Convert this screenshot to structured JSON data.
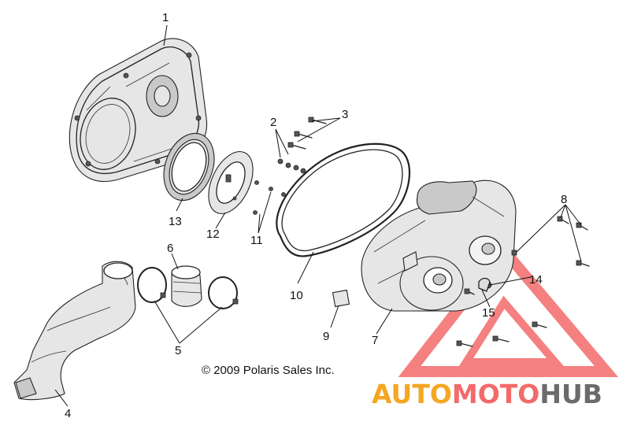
{
  "callouts": [
    {
      "id": "1",
      "text": "1"
    },
    {
      "id": "2",
      "text": "2"
    },
    {
      "id": "3",
      "text": "3"
    },
    {
      "id": "4",
      "text": "4"
    },
    {
      "id": "5",
      "text": "5"
    },
    {
      "id": "6",
      "text": "6"
    },
    {
      "id": "7",
      "text": "7"
    },
    {
      "id": "8",
      "text": "8"
    },
    {
      "id": "9",
      "text": "9"
    },
    {
      "id": "10",
      "text": "10"
    },
    {
      "id": "11",
      "text": "11"
    },
    {
      "id": "12",
      "text": "12"
    },
    {
      "id": "13",
      "text": "13"
    },
    {
      "id": "14",
      "text": "14"
    },
    {
      "id": "15",
      "text": "15"
    }
  ],
  "copyright": "© 2009 Polaris Sales Inc.",
  "watermark": {
    "part1": "AUTO",
    "part2": "MOTO",
    "part3": "HUB",
    "color_auto": "#f5a623",
    "color_moto": "#f36a6a",
    "color_hub": "#6b6b6b",
    "triangle_color": "#f36a6a"
  }
}
